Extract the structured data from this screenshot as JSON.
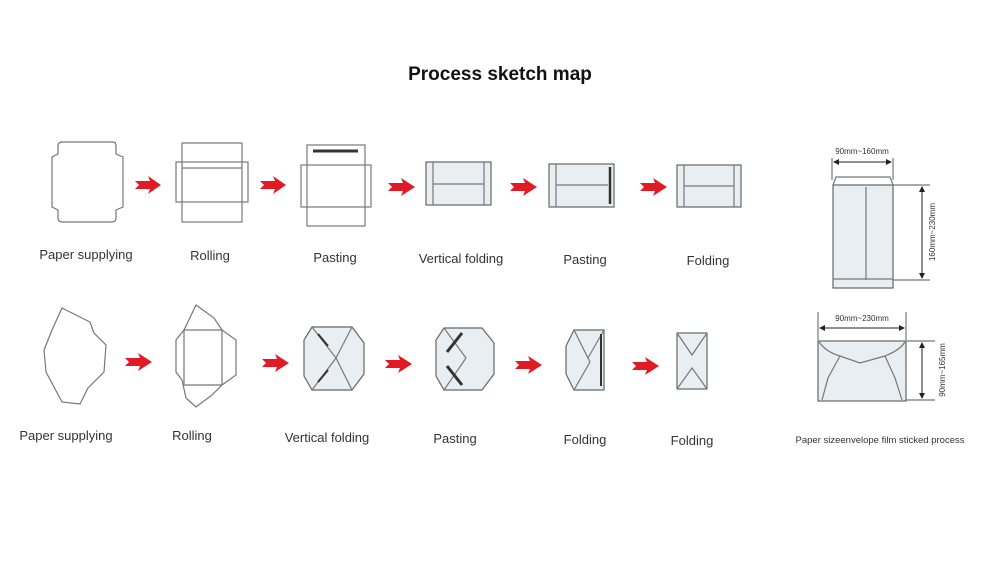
{
  "title": "Process sketch map",
  "row1": {
    "steps": [
      "Paper supplying",
      "Rolling",
      "Pasting",
      "Vertical folding",
      "Pasting",
      "Folding"
    ],
    "arrow_count": 5
  },
  "row2": {
    "steps": [
      "Paper supplying",
      "Rolling",
      "Vertical folding",
      "Pasting",
      "Folding",
      "Folding"
    ],
    "arrow_count": 5
  },
  "envelope_sizes": {
    "top": {
      "width": "90mm~160mm",
      "height": "160mm~230mm"
    },
    "bottom": {
      "width": "90mm~230mm",
      "height": "90mm~165mm"
    },
    "caption": "Paper sizeenvelope film sticked process"
  },
  "colors": {
    "arrow": "#e01b24",
    "envelope_fill": "#e9eef3"
  }
}
